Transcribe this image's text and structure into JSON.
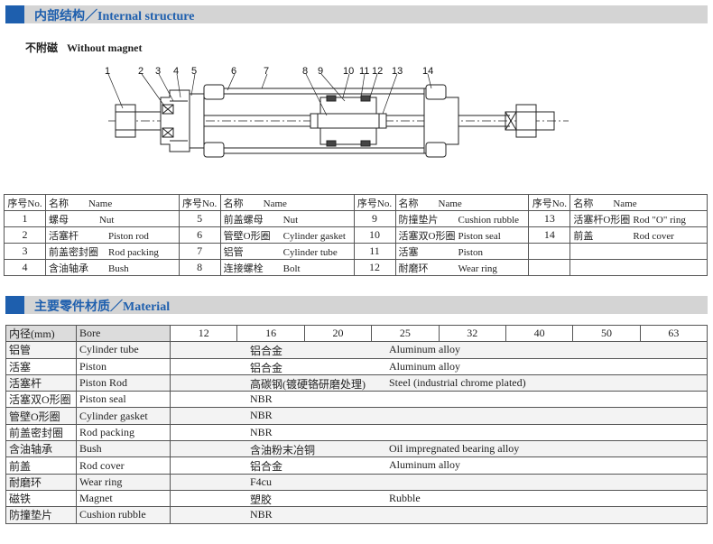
{
  "sections": {
    "internal": "内部结构／Internal  structure",
    "material": "主要零件材质／Material"
  },
  "subtitle": {
    "zh": "不附磁",
    "en": "Without  magnet"
  },
  "callouts": [
    "1",
    "2",
    "3",
    "4",
    "5",
    "6",
    "7",
    "8",
    "9",
    "10",
    "11",
    "12",
    "13",
    "14"
  ],
  "parts_table": {
    "no_header": "序号No.",
    "name_zh_header": "名称",
    "name_en_header": "Name",
    "columns": [
      [
        {
          "no": "1",
          "zh": "螺母",
          "en": "Nut"
        },
        {
          "no": "2",
          "zh": "活塞杆",
          "en": "Piston rod"
        },
        {
          "no": "3",
          "zh": "前盖密封圈",
          "en": "Rod packing"
        },
        {
          "no": "4",
          "zh": "含油轴承",
          "en": "Bush"
        }
      ],
      [
        {
          "no": "5",
          "zh": "前盖螺母",
          "en": "Nut"
        },
        {
          "no": "6",
          "zh": "管壁O形圈",
          "en": "Cylinder gasket"
        },
        {
          "no": "7",
          "zh": "铝管",
          "en": "Cylinder tube"
        },
        {
          "no": "8",
          "zh": "连接螺栓",
          "en": "Bolt"
        }
      ],
      [
        {
          "no": "9",
          "zh": "防撞垫片",
          "en": "Cushion rubble"
        },
        {
          "no": "10",
          "zh": "活塞双O形圈",
          "en": "Piston seal"
        },
        {
          "no": "11",
          "zh": "活塞",
          "en": "Piston"
        },
        {
          "no": "12",
          "zh": "耐磨环",
          "en": "Wear ring"
        }
      ],
      [
        {
          "no": "13",
          "zh": "活塞杆O形圈",
          "en": "Rod \"O\" ring"
        },
        {
          "no": "14",
          "zh": "前盖",
          "en": "Rod cover"
        },
        {
          "no": "",
          "zh": "",
          "en": ""
        },
        {
          "no": "",
          "zh": "",
          "en": ""
        }
      ]
    ]
  },
  "material_table": {
    "bore_zh": "内径(mm)",
    "bore_en": "Bore",
    "bores": [
      "12",
      "16",
      "20",
      "25",
      "32",
      "40",
      "50",
      "63"
    ],
    "rows": [
      {
        "zh": "铝管",
        "en": "Cylinder tube",
        "mat_zh": "铝合金",
        "mat_en": "Aluminum  alloy"
      },
      {
        "zh": "活塞",
        "en": "Piston",
        "mat_zh": "铝合金",
        "mat_en": "Aluminum  alloy"
      },
      {
        "zh": "活塞杆",
        "en": "Piston  Rod",
        "mat_zh": "高碳钢(镀硬铬研磨处理)",
        "mat_en": "Steel (industrial chrome plated)"
      },
      {
        "zh": "活塞双O形圈",
        "en": "Piston seal",
        "mat_zh": "NBR",
        "mat_en": ""
      },
      {
        "zh": "管壁O形圈",
        "en": "Cylinder gasket",
        "mat_zh": "NBR",
        "mat_en": ""
      },
      {
        "zh": "前盖密封圈",
        "en": "Rod packing",
        "mat_zh": "NBR",
        "mat_en": ""
      },
      {
        "zh": "含油轴承",
        "en": "Bush",
        "mat_zh": "含油粉末冶铜",
        "mat_en": "Oil impregnated bearing alloy"
      },
      {
        "zh": "前盖",
        "en": "Rod  cover",
        "mat_zh": "铝合金",
        "mat_en": "Aluminum  alloy"
      },
      {
        "zh": "耐磨环",
        "en": "Wear  ring",
        "mat_zh": "F4cu",
        "mat_en": ""
      },
      {
        "zh": "磁铁",
        "en": "Magnet",
        "mat_zh": "塑胶",
        "mat_en": "Rubble"
      },
      {
        "zh": "防撞垫片",
        "en": "Cushion rubble",
        "mat_zh": "NBR",
        "mat_en": ""
      }
    ]
  },
  "colors": {
    "accent": "#1e5fae",
    "bar": "#d4d4d4"
  }
}
